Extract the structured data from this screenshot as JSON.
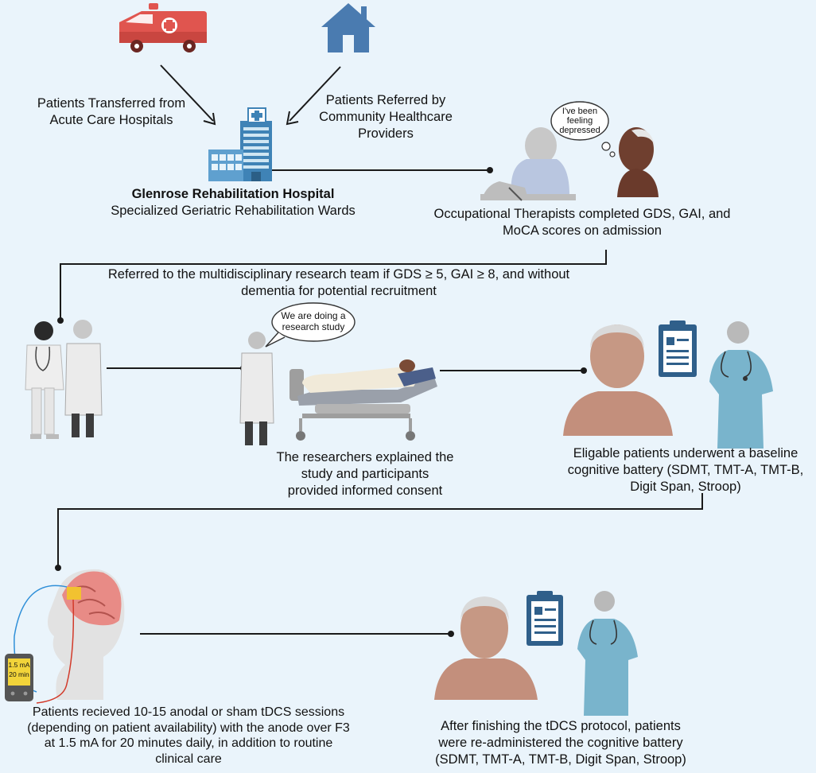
{
  "transferred_label": [
    "Patients Transferred from",
    "Acute Care Hospitals"
  ],
  "referred_label": [
    "Patients Referred by",
    "Community Healthcare",
    "Providers"
  ],
  "hospital_label": {
    "name": "Glenrose Rehabilitation Hospital",
    "subtitle": "Specialized Geriatric Rehabilitation Wards"
  },
  "ot_label": [
    "Occupational Therapists completed GDS, GAI, and",
    "MoCA scores on admission"
  ],
  "patient_thought": [
    "I've been",
    "feeling",
    "depressed"
  ],
  "referral_label": [
    "Referred to the multidisciplinary research team if GDS ≥ 5, GAI ≥ 8, and without",
    "dementia for potential recruitment"
  ],
  "researcher_speech": [
    "We are doing a",
    "research study"
  ],
  "consent_label": [
    "The researchers explained the",
    "study and participants",
    "provided informed consent"
  ],
  "baseline_label": [
    "Eligable patients underwent a baseline",
    "cognitive battery (SDMT, TMT-A, TMT-B,",
    "Digit Span, Stroop)"
  ],
  "device_display": [
    "1.5 mA",
    "20 min"
  ],
  "tdcs_label": [
    "Patients recieved 10-15 anodal or sham tDCS sessions",
    "(depending on patient availability) with the anode over F3",
    "at 1.5 mA for 20 minutes daily, in addition to routine",
    "clinical care"
  ],
  "post_label": [
    "After finishing the tDCS protocol, patients",
    "were re-administered the cognitive battery",
    "(SDMT, TMT-A, TMT-B, Digit Span, Stroop)"
  ],
  "colors": {
    "background": "#eaf4fb",
    "ambulance_red": "#d9534f",
    "house_blue": "#4a7bb0",
    "hospital_blue": "#3f83b6",
    "connector": "#1a1a1a",
    "scrubs": "#7ab3c9",
    "skin_elderly": "#c99a86",
    "electrode": "#f2c230",
    "wire_blue": "#2f8fd8",
    "wire_red": "#d23a2a"
  }
}
